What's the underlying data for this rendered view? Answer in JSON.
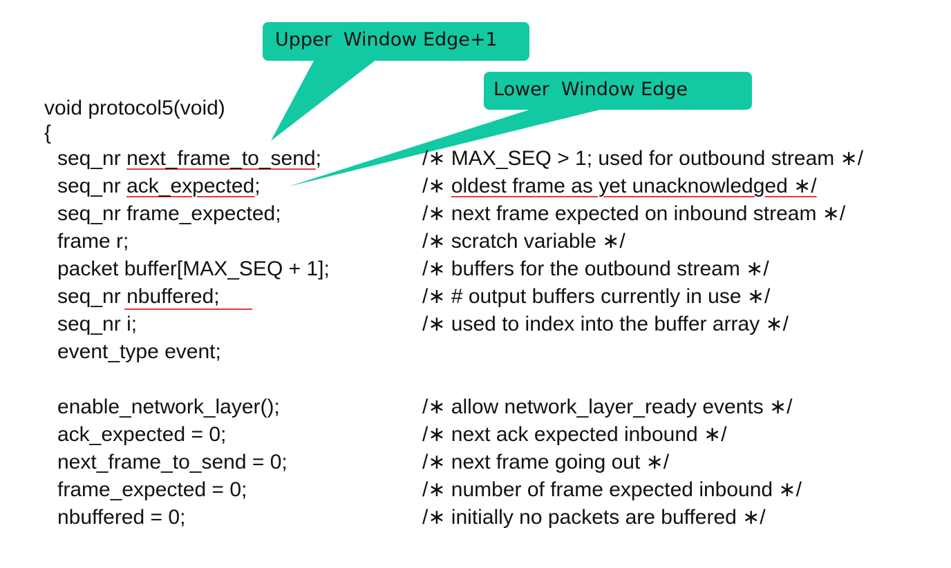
{
  "callouts": {
    "upper": {
      "label": "Upper  Window Edge+1"
    },
    "lower": {
      "label": "Lower  Window Edge"
    },
    "fill_color": "#13c9a4"
  },
  "code": {
    "signature": "void protocol5(void)",
    "brace": "{",
    "declarations": [
      {
        "type": "seq_nr ",
        "name": "next_frame_to_send",
        "suffix": ";",
        "comment": "/∗ MAX_SEQ > 1; used for outbound stream ∗/"
      },
      {
        "type": "seq_nr ",
        "name": "ack_expected",
        "suffix": ";",
        "comment_plain": "/∗ ",
        "comment_underlined": "oldest frame as yet unacknowledged ∗/"
      },
      {
        "text": "seq_nr frame_expected;",
        "comment": "/∗ next frame expected on inbound stream ∗/"
      },
      {
        "text": "frame r;",
        "comment": "/∗ scratch variable ∗/"
      },
      {
        "text": "packet buffer[MAX_SEQ + 1];",
        "comment": "/∗ buffers for the outbound stream ∗/"
      },
      {
        "type": "seq_nr",
        "name": " nbuffered;",
        "comment": "/∗ # output buffers currently in use ∗/"
      },
      {
        "text": "seq_nr i;",
        "comment": "/∗ used to index into the buffer array ∗/"
      },
      {
        "text": "event_type event;"
      }
    ],
    "statements": [
      {
        "text": "enable_network_layer();",
        "comment": "/∗ allow network_layer_ready events ∗/"
      },
      {
        "text": "ack_expected = 0;",
        "comment": "/∗ next ack expected inbound ∗/"
      },
      {
        "text": "next_frame_to_send = 0;",
        "comment": "/∗ next frame going out ∗/"
      },
      {
        "text": "frame_expected = 0;",
        "comment": "/∗ number of frame expected inbound ∗/"
      },
      {
        "text": "nbuffered = 0;",
        "comment": "/∗ initially no packets are buffered ∗/"
      }
    ]
  }
}
